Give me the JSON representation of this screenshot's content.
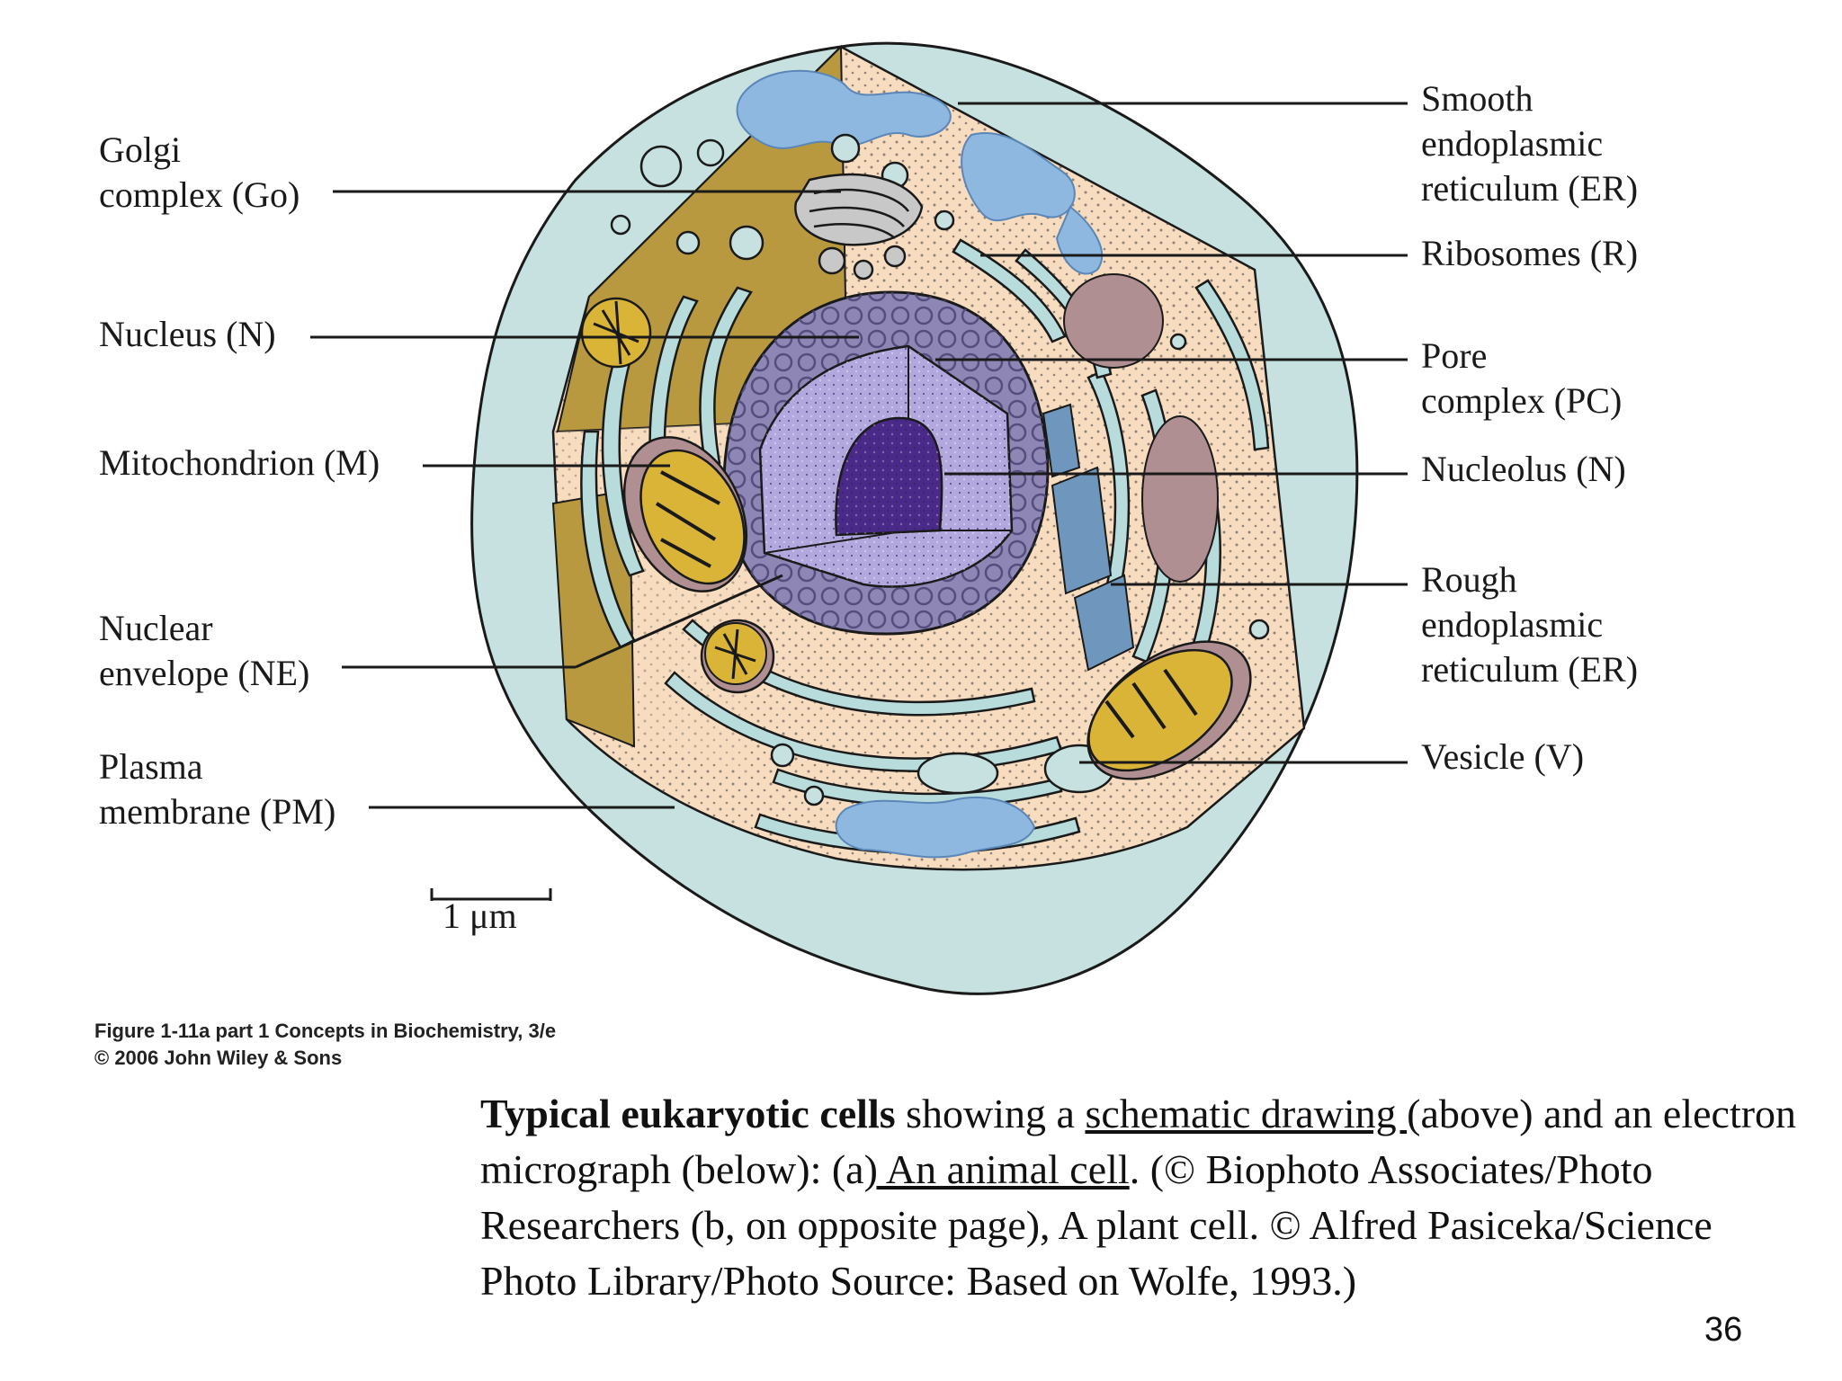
{
  "labels_left": [
    {
      "id": "golgi",
      "text": "Golgi\ncomplex (Go)"
    },
    {
      "id": "nucleus",
      "text": "Nucleus (N)"
    },
    {
      "id": "mitochondrion",
      "text": "Mitochondrion (M)"
    },
    {
      "id": "nuclear_envelope",
      "text": "Nuclear\nenvelope (NE)"
    },
    {
      "id": "plasma_membrane",
      "text": "Plasma\nmembrane (PM)"
    }
  ],
  "labels_right": [
    {
      "id": "smooth_er",
      "text": "Smooth\nendoplasmic\nreticulum (ER)"
    },
    {
      "id": "ribosomes",
      "text": "Ribosomes (R)"
    },
    {
      "id": "pore_complex",
      "text": "Pore\ncomplex (PC)"
    },
    {
      "id": "nucleolus",
      "text": "Nucleolus (N)"
    },
    {
      "id": "rough_er",
      "text": "Rough\nendoplasmic\nreticulum (ER)"
    },
    {
      "id": "vesicle",
      "text": "Vesicle (V)"
    }
  ],
  "scale_bar": {
    "label": "1 μm"
  },
  "credit": {
    "line1": "Figure 1-11a part 1  Concepts in Biochemistry, 3/e",
    "line2": "© 2006 John Wiley & Sons"
  },
  "caption": {
    "bold": "Typical eukaryotic cells",
    "part1": " showing a ",
    "underline1": "schematic drawing ",
    "part2": "(above) and an electron micrograph (below): (a",
    "underline2": ") An animal cell",
    "part3": ". (© Biophoto Associates/Photo Researchers (b, on opposite page), A plant cell. © Alfred Pasiceka/Science Photo Library/Photo Source: Based on Wolfe, 1993.)"
  },
  "page_number": "36",
  "colors": {
    "cell_outer": "#c6e1df",
    "cytoplasm": "#f8dcc0",
    "golgi_region": "#b8993f",
    "smooth_er": "#8fb8e0",
    "rough_er": "#b8dcdc",
    "nuclear_envelope": "#8e86b4",
    "nucleoplasm": "#b2a8de",
    "nucleolus": "#4a2a88",
    "mitochondrion": "#d9b437",
    "lysosome": "#b08f92"
  }
}
